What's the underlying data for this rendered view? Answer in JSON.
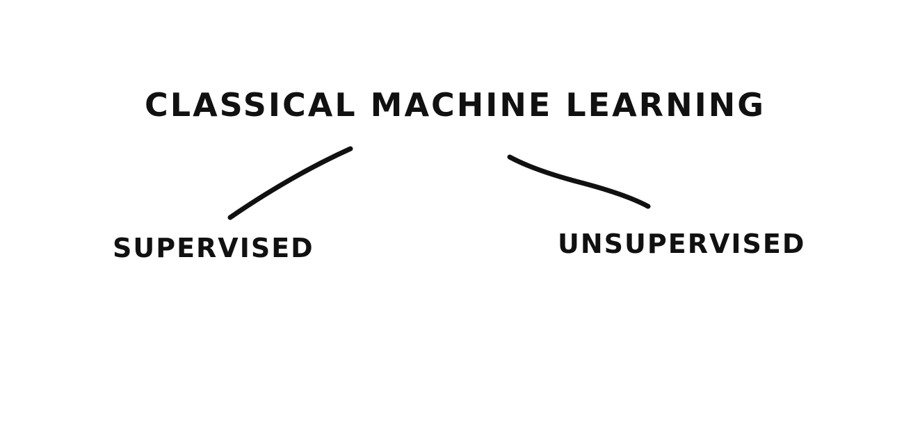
{
  "diagram": {
    "root": {
      "label": "CLASSICAL MACHINE LEARNING"
    },
    "children": [
      {
        "label": "SUPERVISED"
      },
      {
        "label": "UNSUPERVISED"
      }
    ],
    "colors": {
      "background": "#ffffff",
      "ink": "#111111"
    }
  }
}
